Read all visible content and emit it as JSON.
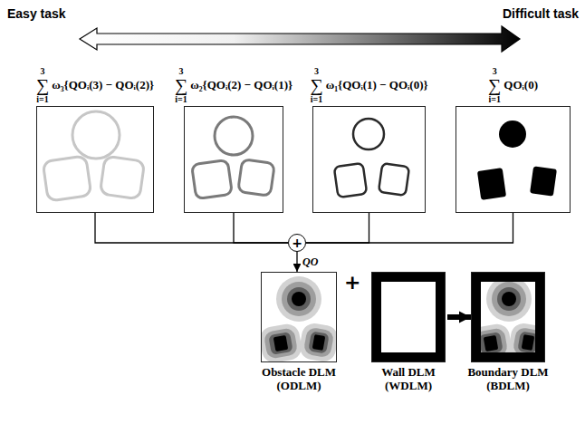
{
  "diagram": {
    "nodes": [
      {
        "text": [
          "3",
          "∑",
          "i=1",
          "ω₃{QOᵢ(3) − QOᵢ(2)}"
        ]
      },
      {
        "text": [
          "3",
          "∑",
          "i=1",
          "ω₂{QOᵢ(2) − QOᵢ(1)}"
        ]
      },
      {
        "text": [
          "3",
          "∑",
          "i=1",
          "ω₁{QOᵢ(1) − QOᵢ(0)}"
        ]
      },
      {
        "text": [
          "3",
          "∑",
          "i=1",
          "QOᵢ(0)"
        ]
      },
      {
        "text": [
          "+"
        ]
      },
      {
        "text": [
          "Obstacle DLM (ODLM)"
        ]
      },
      {
        "text": [
          "Wall DLM (WDLM)"
        ]
      },
      {
        "text": [
          "Boundary DLM (BDLM)"
        ]
      }
    ],
    "edges": [
      {
        "from": 0,
        "to": 4,
        "arrow": "none"
      },
      {
        "from": 1,
        "to": 4,
        "arrow": "none"
      },
      {
        "from": 2,
        "to": 4,
        "arrow": "none"
      },
      {
        "from": 3,
        "to": 4,
        "arrow": "none"
      },
      {
        "from": 4,
        "to": 5,
        "arrow": "to",
        "label": "QO"
      },
      {
        "from": 6,
        "to": 7,
        "arrow": "to"
      }
    ],
    "labels": [
      "Easy task",
      "Difficult task",
      "+"
    ]
  }
}
